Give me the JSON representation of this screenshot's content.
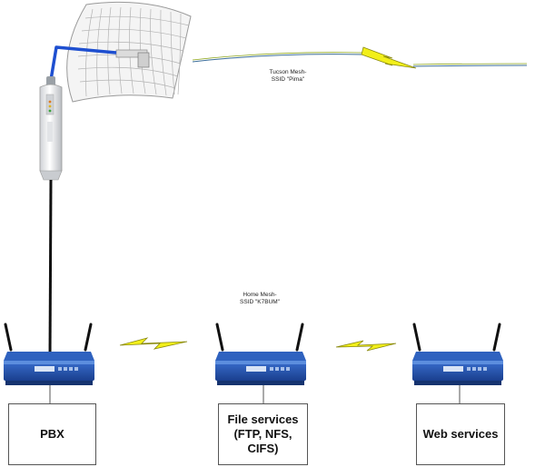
{
  "links": {
    "tucson": {
      "line1": "Tucson  Mesh-",
      "line2": "SSID \"Pima\""
    },
    "home": {
      "line1": "Home Mesh-",
      "line2": "SSID \"K7BUM\""
    }
  },
  "nodes": [
    {
      "id": "pbx",
      "label": "PBX"
    },
    {
      "id": "file",
      "label": "File services\n(FTP, NFS,\nCIFS)"
    },
    {
      "id": "web",
      "label": "Web services"
    }
  ],
  "colors": {
    "router_blue": "#2454a8",
    "lightning_yellow": "#f2ef1a",
    "cable_blue": "#1e4fd0"
  }
}
